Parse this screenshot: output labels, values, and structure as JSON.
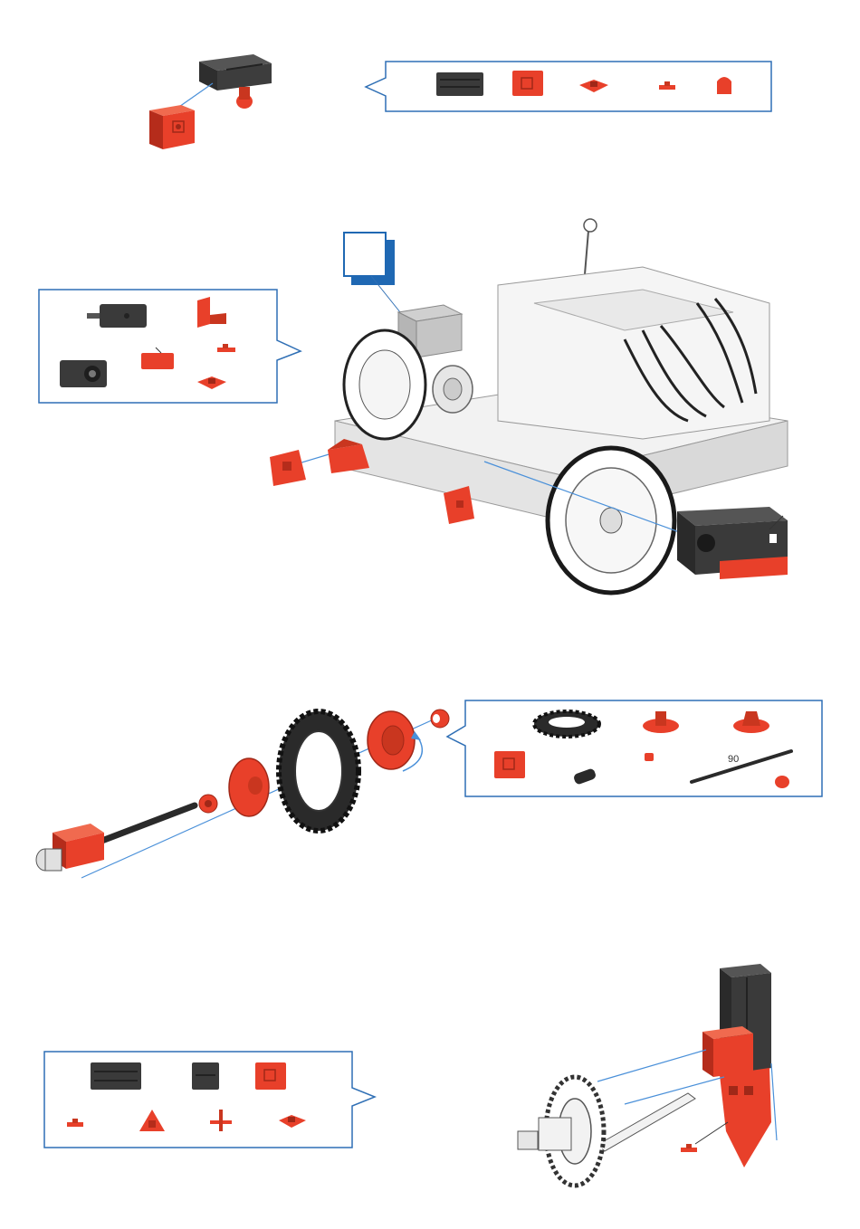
{
  "page": {
    "background": "#ffffff"
  },
  "colors": {
    "part_red": "#e8402a",
    "part_red_dark": "#b52c1b",
    "part_black": "#3a3a3a",
    "part_black_dark": "#222222",
    "box_border": "#2f6fb5",
    "step_badge": "#1f68b3",
    "assembly_line": "#4a90d9",
    "model_grey": "#f2f2f2"
  },
  "steps": [
    {
      "id": "step-1",
      "parts": [
        "building-block-30-black",
        "building-block-15-red",
        "building-plate-15x15-red",
        "connector-red",
        "angle-block-red"
      ]
    },
    {
      "id": "step-2",
      "parts": [
        "mini-motor-black",
        "angle-bracket-red",
        "gear-motor-black",
        "building-block-red",
        "connector-red",
        "plate-red"
      ]
    },
    {
      "id": "step-3",
      "parts": [
        "gear-wheel-black",
        "hub-nut-red",
        "hub-collet-red",
        "building-block-red",
        "sleeve-black",
        "clip-red",
        "axle-90-black",
        "collar-red"
      ],
      "axle_length": "90"
    },
    {
      "id": "step-4",
      "parts": [
        "building-block-30-black",
        "building-block-15-black",
        "building-block-red",
        "connector-red",
        "angle-block-red",
        "hinge-red",
        "plate-red"
      ]
    }
  ]
}
